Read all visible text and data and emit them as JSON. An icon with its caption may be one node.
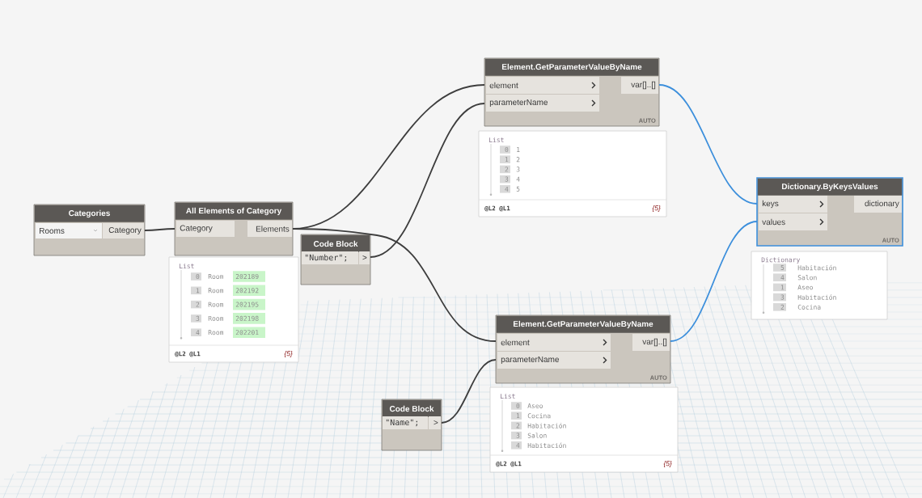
{
  "diagram": {
    "nodes": [
      {
        "text": [
          "Categories",
          "Rooms",
          "Category"
        ]
      },
      {
        "text": [
          "All Elements of Category",
          "Category",
          "Elements"
        ]
      },
      {
        "text": [
          "List",
          "0",
          "Room",
          "202189",
          "1",
          "Room",
          "202192",
          "2",
          "Room",
          "202195",
          "3",
          "Room",
          "202198",
          "4",
          "Room",
          "202201",
          "@L2 @L1",
          "{5}"
        ]
      },
      {
        "text": [
          "Code Block",
          "\"Number\";",
          ">"
        ]
      },
      {
        "text": [
          "Element.GetParameterValueByName",
          "element",
          "parameterName",
          "var[]..[]",
          "AUTO"
        ]
      },
      {
        "text": [
          "List",
          "0",
          "1",
          "1",
          "2",
          "2",
          "3",
          "3",
          "4",
          "4",
          "5",
          "@L2 @L1",
          "{5}"
        ]
      },
      {
        "text": [
          "Dictionary.ByKeysValues",
          "keys",
          "values",
          "dictionary",
          "AUTO"
        ]
      },
      {
        "text": [
          "Dictionary",
          "5",
          "Habitación",
          "4",
          "Salon",
          "1",
          "Aseo",
          "3",
          "Habitación",
          "2",
          "Cocina"
        ]
      },
      {
        "text": [
          "Element.GetParameterValueByName",
          "element",
          "parameterName",
          "var[]..[]",
          "AUTO"
        ]
      },
      {
        "text": [
          "List",
          "0",
          "Aseo",
          "1",
          "Cocina",
          "2",
          "Habitación",
          "3",
          "Salon",
          "4",
          "Habitación",
          "@L2 @L1",
          "{5}"
        ]
      },
      {
        "text": [
          "Code Block",
          "\"Name\";",
          ">"
        ]
      }
    ],
    "edges": [
      {
        "from": 0,
        "to": 1,
        "arrow": "none"
      },
      {
        "from": 1,
        "to": 4,
        "arrow": "none"
      },
      {
        "from": 1,
        "to": 8,
        "arrow": "none"
      },
      {
        "from": 3,
        "to": 4,
        "arrow": "none"
      },
      {
        "from": 10,
        "to": 8,
        "arrow": "none"
      },
      {
        "from": 4,
        "to": 6,
        "arrow": "none",
        "color": "#3c8fdc"
      },
      {
        "from": 8,
        "to": 6,
        "arrow": "none",
        "color": "#3c8fdc"
      }
    ]
  }
}
